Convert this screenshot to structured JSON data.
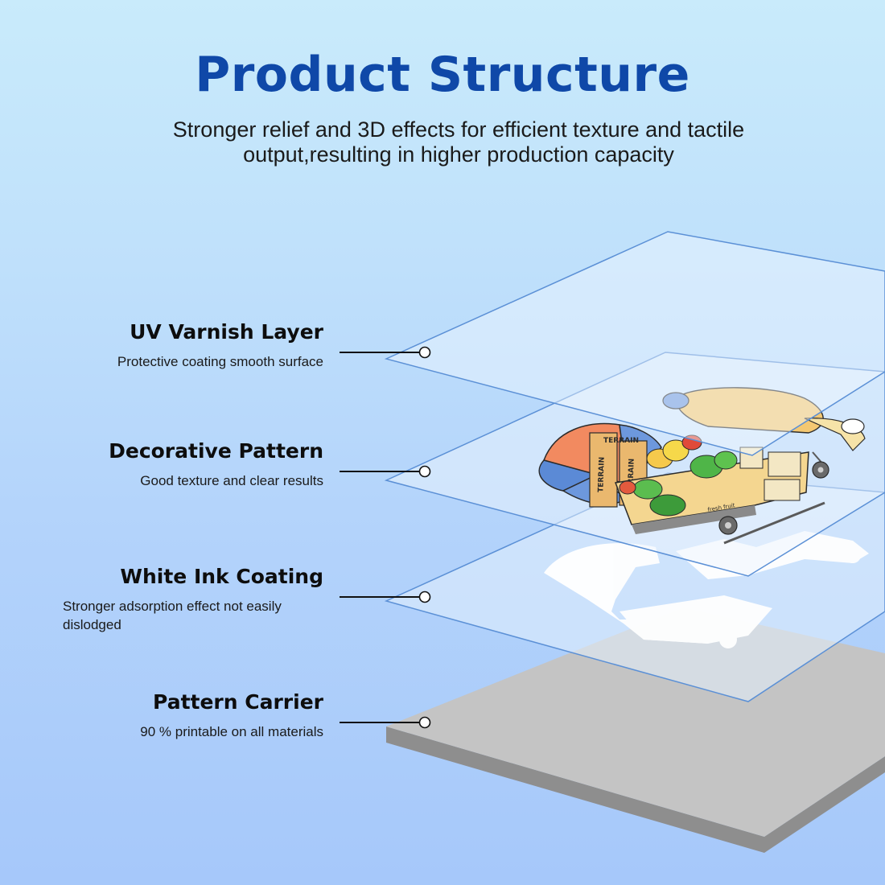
{
  "title": "Product Structure",
  "subtitle": "Stronger relief and 3D effects for efficient texture and tactile output,resulting in higher production capacity",
  "layers": [
    {
      "name": "UV Varnish Layer",
      "description": "Protective coating smooth surface"
    },
    {
      "name": "Decorative Pattern",
      "description": "Good texture and clear results"
    },
    {
      "name": "White Ink Coating",
      "description": "Stronger adsorption effect not easily dislodged"
    },
    {
      "name": "Pattern Carrier",
      "description": "90 % printable on all materials"
    }
  ],
  "artwork": {
    "sign_texts": [
      "TERRAIN",
      "TERRAIN",
      "TERRAIN"
    ],
    "crate_text": "fresh fruit"
  },
  "colors": {
    "title": "#0f48a8",
    "sheet_edge": "#5b90d6",
    "carrier_top": "#c4c4c4",
    "carrier_side": "#8e8e8e",
    "leader_line": "#111111"
  }
}
